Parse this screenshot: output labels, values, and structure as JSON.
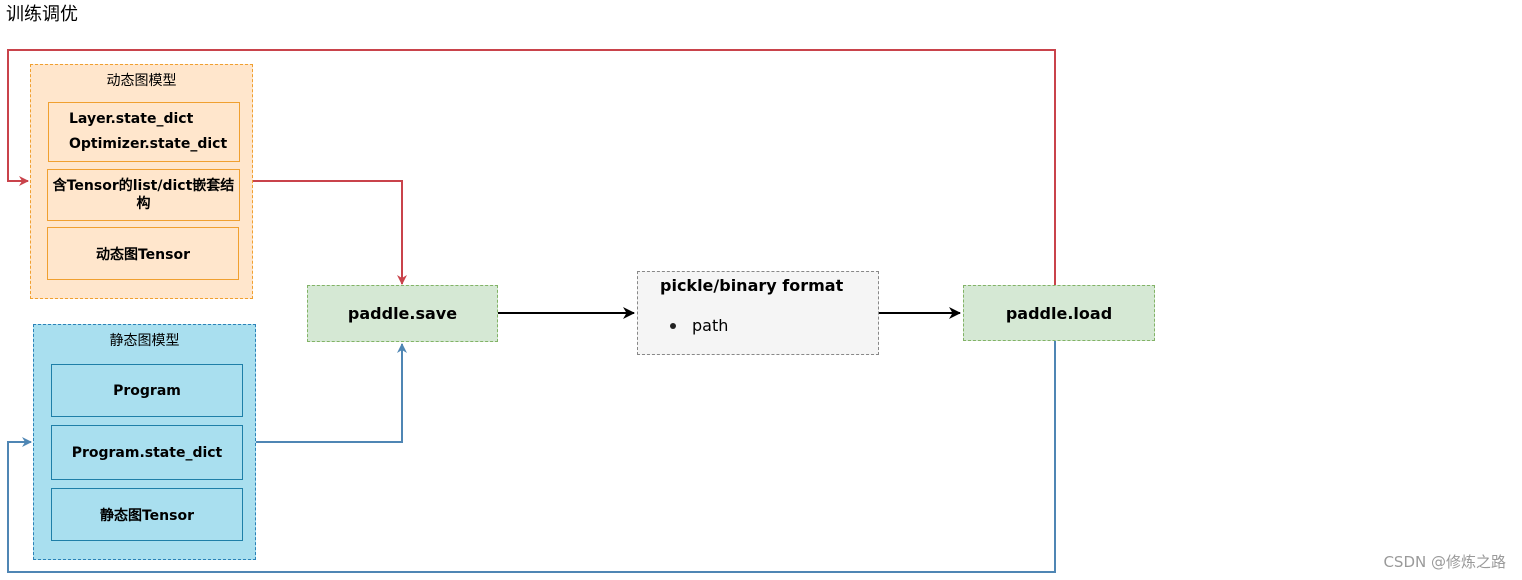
{
  "title": "训练调优",
  "dynamic_group": {
    "title": "动态图模型",
    "items": [
      {
        "lines": [
          "Layer.state_dict",
          "Optimizer.state_dict"
        ]
      },
      {
        "lines": [
          "含Tensor的list/dict嵌套结",
          "构"
        ]
      },
      {
        "lines": [
          "动态图Tensor"
        ]
      }
    ]
  },
  "static_group": {
    "title": "静态图模型",
    "items": [
      {
        "label": "Program"
      },
      {
        "label": "Program.state_dict"
      },
      {
        "label": "静态图Tensor"
      }
    ]
  },
  "save_node": {
    "label": "paddle.save"
  },
  "format_node": {
    "title": "pickle/binary format",
    "bullets": [
      "path"
    ]
  },
  "load_node": {
    "label": "paddle.load"
  },
  "colors": {
    "red_connector": "#c9434b",
    "blue_connector": "#4f86b4",
    "black_connector": "#000000",
    "dynamic_fill": "#ffe6cc",
    "static_fill": "#a9dfef",
    "node_fill": "#d5e8d4"
  },
  "watermark": "CSDN @修炼之路"
}
